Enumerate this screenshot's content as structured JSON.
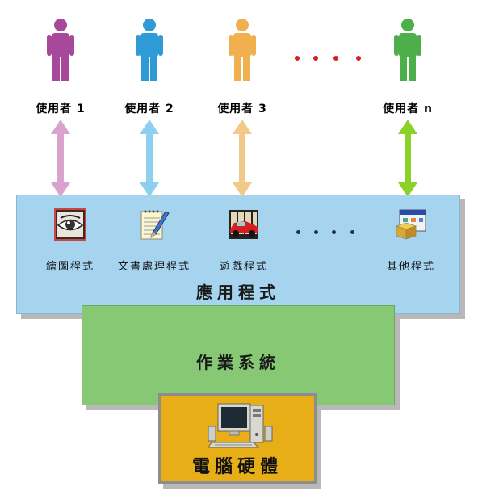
{
  "users": [
    {
      "label": "使用者 1",
      "color": "#a8489a",
      "arrow_color": "#d9a3cd"
    },
    {
      "label": "使用者 2",
      "color": "#2f9bd6",
      "arrow_color": "#8ccfee"
    },
    {
      "label": "使用者 3",
      "color": "#f0b050",
      "arrow_color": "#f3c98a"
    },
    {
      "label": "使用者 n",
      "color": "#4caf4a",
      "arrow_color": "#8bd128"
    }
  ],
  "apps": [
    {
      "label": "繪圖程式",
      "icon": "eye-paint-icon"
    },
    {
      "label": "文書處理程式",
      "icon": "notepad-pen-icon"
    },
    {
      "label": "遊戲程式",
      "icon": "race-car-icon"
    },
    {
      "label": "其他程式",
      "icon": "window-dialog-icon"
    }
  ],
  "layers": {
    "applications": {
      "title": "應用程式",
      "color": "#a6d4ef"
    },
    "os": {
      "title": "作業系統",
      "color": "#86c873"
    },
    "hardware": {
      "title": "電腦硬體",
      "color": "#e8ae18",
      "icon": "desktop-computer-icon"
    }
  }
}
